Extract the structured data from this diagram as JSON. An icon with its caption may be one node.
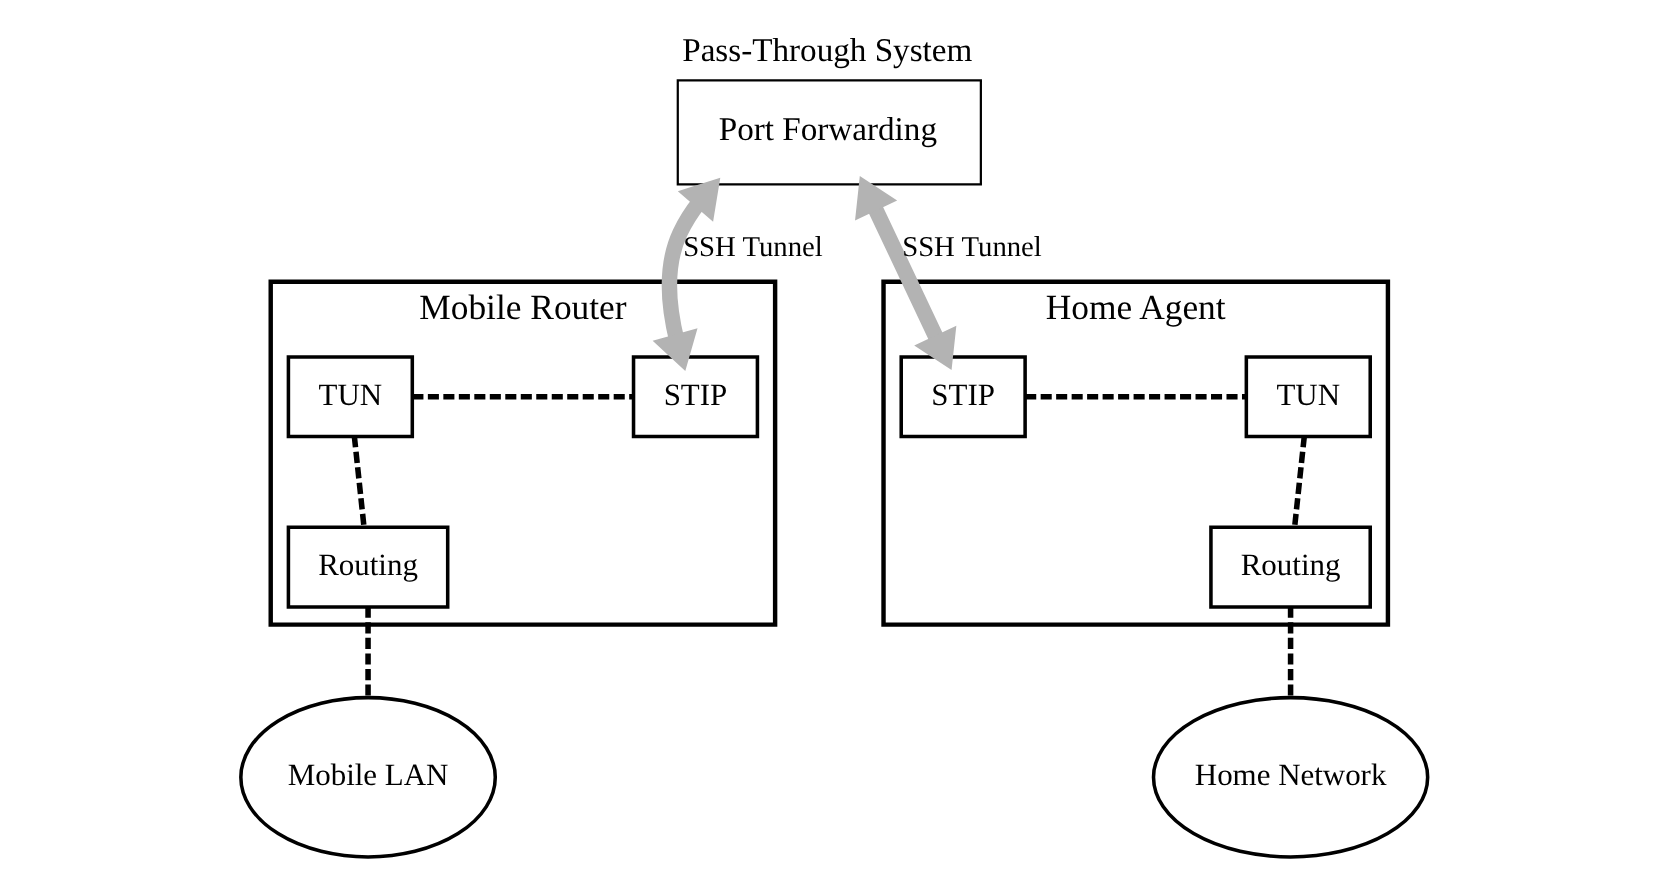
{
  "diagram": {
    "nodes": [
      {
        "text": [
          "Pass-Through System",
          "Port Forwarding"
        ]
      },
      {
        "text": [
          "Mobile Router"
        ]
      },
      {
        "text": [
          "TUN"
        ],
        "in": 1
      },
      {
        "text": [
          "STIP"
        ],
        "in": 1
      },
      {
        "text": [
          "Routing"
        ],
        "in": 1
      },
      {
        "text": [
          "Home Agent"
        ]
      },
      {
        "text": [
          "STIP"
        ],
        "in": 5
      },
      {
        "text": [
          "TUN"
        ],
        "in": 5
      },
      {
        "text": [
          "Routing"
        ],
        "in": 5
      },
      {
        "text": [
          "Mobile LAN"
        ]
      },
      {
        "text": [
          "Home Network"
        ]
      }
    ],
    "edges": [
      {
        "from": 0,
        "to": 3,
        "arrow": "both",
        "label": "SSH Tunnel",
        "style": "thick",
        "color": "#b3b3b3"
      },
      {
        "from": 0,
        "to": 6,
        "arrow": "both",
        "label": "SSH Tunnel",
        "style": "thick",
        "color": "#b3b3b3"
      },
      {
        "from": 2,
        "to": 3,
        "arrow": "none",
        "style": "dashed"
      },
      {
        "from": 2,
        "to": 4,
        "arrow": "none",
        "style": "dashed"
      },
      {
        "from": 4,
        "to": 9,
        "arrow": "none",
        "style": "dashed"
      },
      {
        "from": 6,
        "to": 7,
        "arrow": "none",
        "style": "dashed"
      },
      {
        "from": 7,
        "to": 8,
        "arrow": "none",
        "style": "dashed"
      },
      {
        "from": 8,
        "to": 10,
        "arrow": "none",
        "style": "dashed"
      }
    ]
  }
}
